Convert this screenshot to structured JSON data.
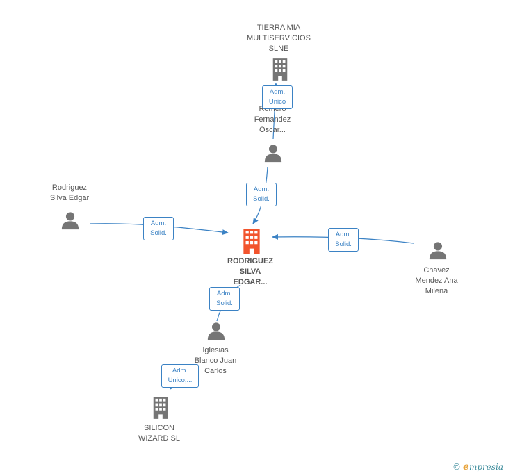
{
  "colors": {
    "person": "#757575",
    "company": "#757575",
    "main": "#f2542d",
    "link": "#3b82c4",
    "label": "#555555"
  },
  "nodes": {
    "tierra": {
      "type": "company",
      "label": "TIERRA MIA\nMULTISERVICIOS\nSLNE"
    },
    "romero": {
      "type": "person",
      "label": "Romero\nFernandez\nOscar..."
    },
    "main": {
      "type": "company-main",
      "label": "RODRIGUEZ\nSILVA\nEDGAR..."
    },
    "rodriguez": {
      "type": "person",
      "label": "Rodriguez\nSilva Edgar"
    },
    "chavez": {
      "type": "person",
      "label": "Chavez\nMendez Ana\nMilena"
    },
    "iglesias": {
      "type": "person",
      "label": "Iglesias\nBlanco Juan\nCarlos"
    },
    "silicon": {
      "type": "company",
      "label": "SILICON\nWIZARD SL"
    }
  },
  "edges": {
    "romero_tierra": {
      "label": "Adm.\nUnico"
    },
    "romero_main": {
      "label": "Adm.\nSolid."
    },
    "rodriguez_main": {
      "label": "Adm.\nSolid."
    },
    "chavez_main": {
      "label": "Adm.\nSolid."
    },
    "iglesias_main": {
      "label": "Adm.\nSolid."
    },
    "iglesias_silicon": {
      "label": "Adm.\nUnico,..."
    }
  },
  "footer": {
    "copyright": "©",
    "brand_initial": "e",
    "brand_rest": "mpresia"
  }
}
